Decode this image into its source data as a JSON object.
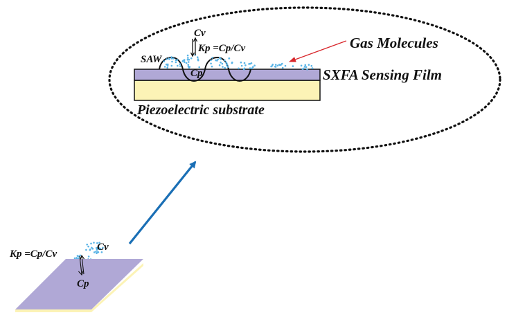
{
  "labels": {
    "saw": "SAW",
    "cv_top": "Cv",
    "kp_top": "Kp =Cp/Cv",
    "cp_top": "Cp",
    "gas_molecules": "Gas Molecules",
    "sensing_film": "SXFA Sensing Film",
    "substrate": "Piezoelectric substrate",
    "kp_bottom": "Kp =Cp/Cv",
    "cv_bottom": "Cv",
    "cp_bottom": "Cp"
  },
  "colors": {
    "film": "#b0a8d6",
    "substrate": "#fcf3b6",
    "molecule": "#5ab4e6",
    "arrow_blue": "#1a6fb5",
    "arrow_red": "#d8262b",
    "outline": "#111111"
  }
}
